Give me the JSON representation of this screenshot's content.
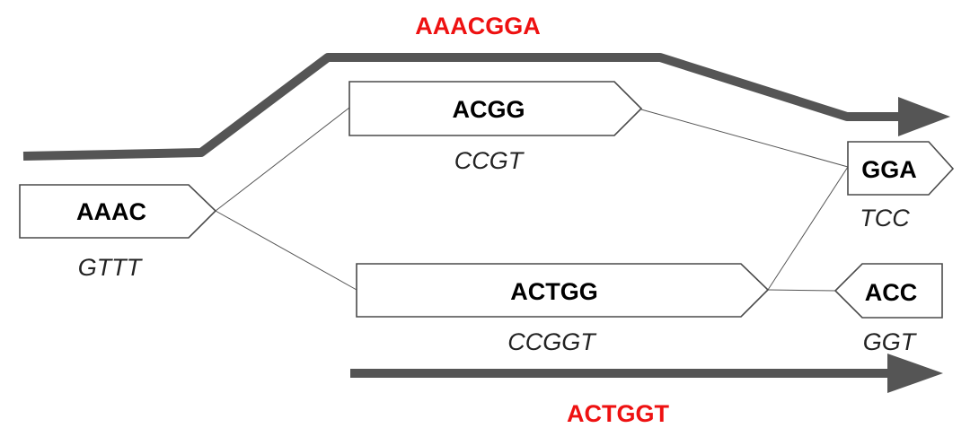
{
  "colors": {
    "path_label": "#ee1111",
    "node_stroke": "#4a4a4a",
    "arrow": "#555555"
  },
  "nodes": [
    {
      "id": "n1",
      "sequence": "AAAC",
      "reverse_complement": "GTTT",
      "orientation": "forward"
    },
    {
      "id": "n2",
      "sequence": "ACGG",
      "reverse_complement": "CCGT",
      "orientation": "forward"
    },
    {
      "id": "n3",
      "sequence": "ACTGG",
      "reverse_complement": "CCGGT",
      "orientation": "forward"
    },
    {
      "id": "n4",
      "sequence": "GGA",
      "reverse_complement": "TCC",
      "orientation": "forward"
    },
    {
      "id": "n5",
      "sequence": "ACC",
      "reverse_complement": "GGT",
      "orientation": "reverse"
    }
  ],
  "edges": [
    {
      "from": "n1",
      "to": "n2"
    },
    {
      "from": "n1",
      "to": "n3"
    },
    {
      "from": "n2",
      "to": "n4"
    },
    {
      "from": "n3",
      "to": "n4"
    },
    {
      "from": "n3",
      "to": "n5"
    }
  ],
  "paths": [
    {
      "id": "top",
      "label": "AAACGGA",
      "nodes": [
        "n1",
        "n2",
        "n4"
      ]
    },
    {
      "id": "bottom",
      "label": "ACTGGT",
      "nodes": [
        "n3",
        "n5"
      ]
    }
  ]
}
